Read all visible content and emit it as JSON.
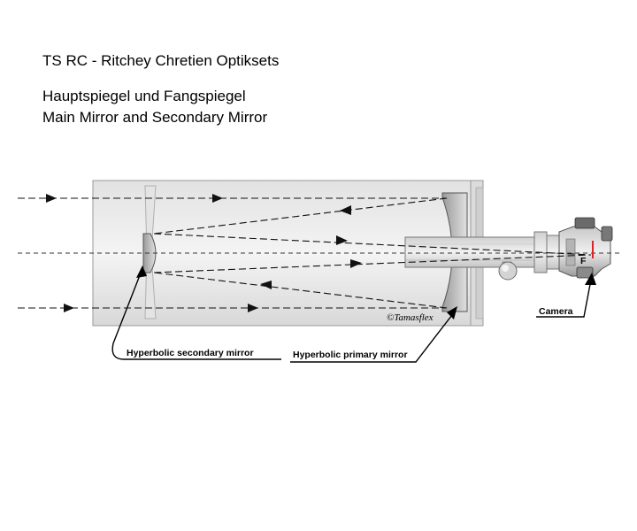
{
  "header": {
    "title": "TS RC - Ritchey Chretien Optiksets",
    "subtitle_de": "Hauptspiegel und Fangspiegel",
    "subtitle_en": "Main Mirror and Secondary Mirror"
  },
  "labels": {
    "secondary": "Hyperbolic secondary mirror",
    "primary": "Hyperbolic primary mirror",
    "camera": "Camera",
    "focus": "F",
    "copyright": "©Tamasflex"
  },
  "colors": {
    "focus_marker": "#e0202a"
  }
}
